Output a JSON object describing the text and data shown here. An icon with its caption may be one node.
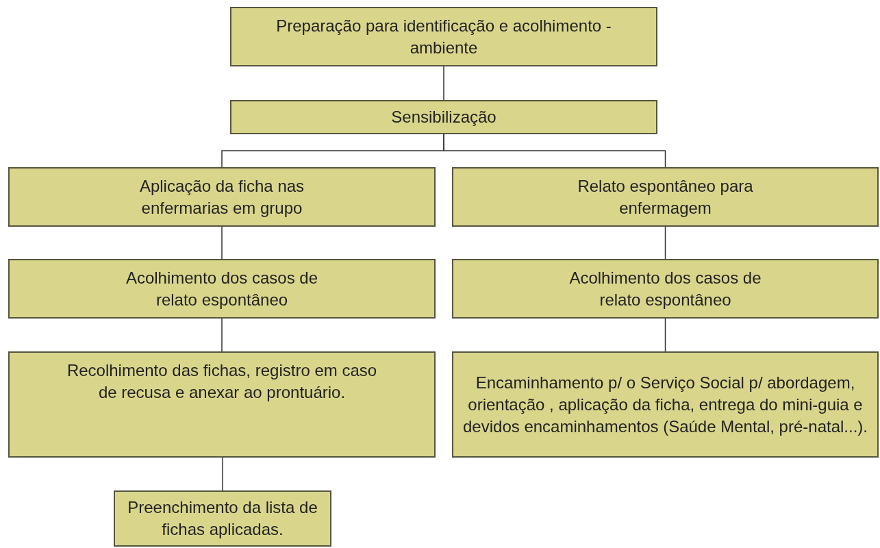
{
  "diagram": {
    "nodes": [
      {
        "text": [
          "Preparação para identificação e acolhimento - ambiente"
        ]
      },
      {
        "text": [
          "Sensibilização"
        ]
      },
      {
        "text": [
          "Aplicação da ficha nas enfermarias em grupo"
        ]
      },
      {
        "text": [
          "Relato espontâneo para enfermagem"
        ]
      },
      {
        "text": [
          "Acolhimento dos casos de relato espontâneo"
        ]
      },
      {
        "text": [
          "Acolhimento dos casos de relato espontâneo"
        ]
      },
      {
        "text": [
          "Recolhimento das fichas, registro em caso de recusa e anexar ao prontuário."
        ]
      },
      {
        "text": [
          "Encaminhamento p/ o Serviço Social p/ abordagem, orientação , aplicação da ficha, entrega do mini-guia e devidos encaminhamentos (Saúde Mental, pré-natal...)."
        ]
      },
      {
        "text": [
          "Preenchimento da lista de fichas aplicadas."
        ]
      }
    ],
    "edges": [
      {
        "from": 0,
        "to": 1,
        "arrow": "none"
      },
      {
        "from": 1,
        "to": 2,
        "arrow": "none"
      },
      {
        "from": 1,
        "to": 3,
        "arrow": "none"
      },
      {
        "from": 2,
        "to": 4,
        "arrow": "none"
      },
      {
        "from": 4,
        "to": 6,
        "arrow": "none"
      },
      {
        "from": 6,
        "to": 8,
        "arrow": "none"
      },
      {
        "from": 3,
        "to": 5,
        "arrow": "none"
      },
      {
        "from": 5,
        "to": 7,
        "arrow": "none"
      }
    ]
  }
}
